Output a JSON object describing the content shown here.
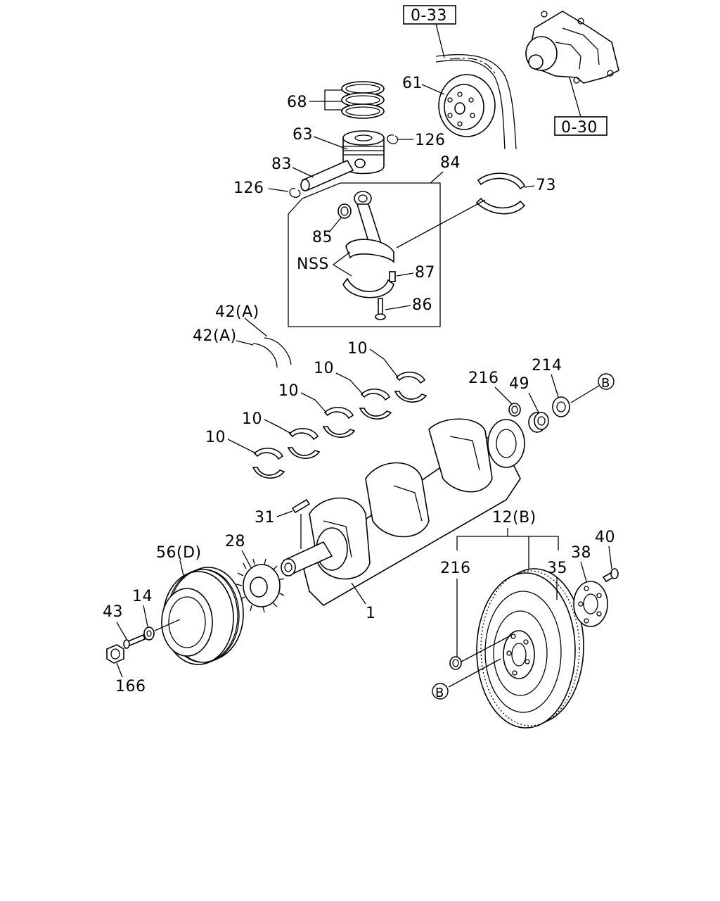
{
  "labels": {
    "ref_033": "0-33",
    "ref_030": "0-30",
    "l61": "61",
    "l68": "68",
    "l63": "63",
    "l126a": "126",
    "l83": "83",
    "l84": "84",
    "l73": "73",
    "l126b": "126",
    "l85": "85",
    "nss": "NSS",
    "l87": "87",
    "l86": "86",
    "l42a1": "42(A)",
    "l42a2": "42(A)",
    "l10a": "10",
    "l10b": "10",
    "l10c": "10",
    "l10d": "10",
    "l10e": "10",
    "l216a": "216",
    "l214": "214",
    "l49": "49",
    "circle_b1": "B",
    "l31": "31",
    "l12b": "12(B)",
    "l28": "28",
    "l56d": "56(D)",
    "l40": "40",
    "l38": "38",
    "l216b": "216",
    "l35": "35",
    "l14": "14",
    "l43": "43",
    "l1": "1",
    "l166": "166",
    "circle_b2": "B"
  }
}
